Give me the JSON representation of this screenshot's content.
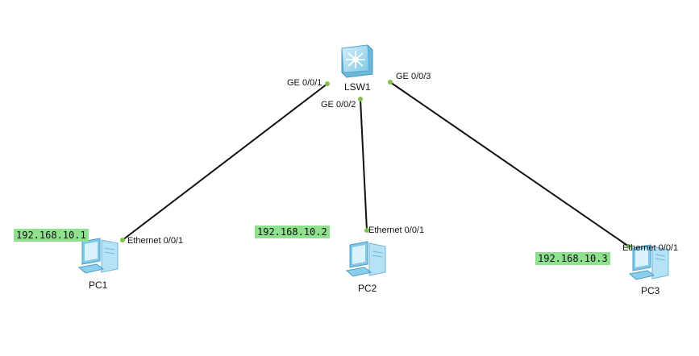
{
  "colors": {
    "background": "#ffffff",
    "link": "#111111",
    "port_dot": "#7cc34a",
    "ip_highlight": "#8fe08f",
    "switch_body": "#8fd3ef",
    "pc_body": "#9cd6f0"
  },
  "switch": {
    "name": "LSW1",
    "icon": "switch-icon",
    "ports": {
      "p1": "GE 0/0/1",
      "p2": "GE 0/0/2",
      "p3": "GE 0/0/3"
    }
  },
  "pcs": [
    {
      "name": "PC1",
      "icon": "pc-icon",
      "port": "Ethernet 0/0/1",
      "ip": "192.168.10.1"
    },
    {
      "name": "PC2",
      "icon": "pc-icon",
      "port": "Ethernet 0/0/1",
      "ip": "192.168.10.2"
    },
    {
      "name": "PC3",
      "icon": "pc-icon",
      "port": "Ethernet 0/0/1",
      "ip": "192.168.10.3"
    }
  ]
}
